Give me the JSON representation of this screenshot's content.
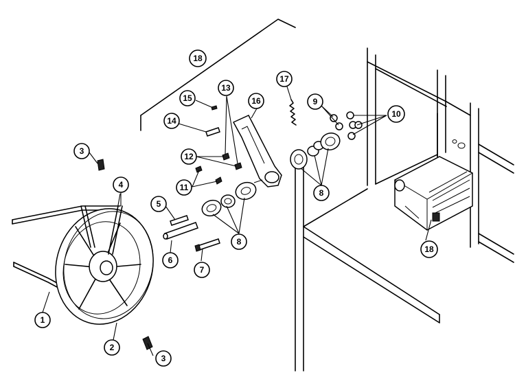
{
  "callouts": [
    {
      "id": "c1",
      "label": "1"
    },
    {
      "id": "c2",
      "label": "2"
    },
    {
      "id": "c3a",
      "label": "3"
    },
    {
      "id": "c3b",
      "label": "3"
    },
    {
      "id": "c4",
      "label": "4"
    },
    {
      "id": "c5",
      "label": "5"
    },
    {
      "id": "c6",
      "label": "6"
    },
    {
      "id": "c7",
      "label": "7"
    },
    {
      "id": "c8a",
      "label": "8"
    },
    {
      "id": "c8b",
      "label": "8"
    },
    {
      "id": "c9",
      "label": "9"
    },
    {
      "id": "c10",
      "label": "10"
    },
    {
      "id": "c11",
      "label": "11"
    },
    {
      "id": "c12",
      "label": "12"
    },
    {
      "id": "c13",
      "label": "13"
    },
    {
      "id": "c14",
      "label": "14"
    },
    {
      "id": "c15",
      "label": "15"
    },
    {
      "id": "c16",
      "label": "16"
    },
    {
      "id": "c17",
      "label": "17"
    },
    {
      "id": "c18a",
      "label": "18"
    },
    {
      "id": "c18b",
      "label": "18"
    }
  ]
}
